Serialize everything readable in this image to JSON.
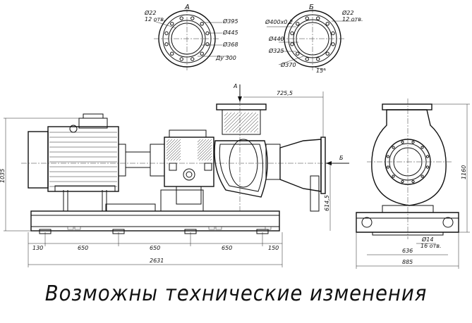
{
  "views": {
    "a": {
      "label": "А",
      "d22": "Ø22",
      "holes": "12 отв.",
      "d395": "Ø395",
      "d445": "Ø445",
      "d368": "Ø368",
      "du": "Ду 300"
    },
    "b": {
      "label": "Б",
      "d400": "Ø400х0,2",
      "d22": "Ø22",
      "holes": "12 отв.",
      "d440": "Ø440",
      "d325": "Ø325",
      "d370": "Ø370",
      "angle": "15°"
    }
  },
  "side": {
    "arrow_a": "А",
    "arrow_b": "Б",
    "dim_725": "725,5",
    "dim_1035": "1035",
    "dim_6145": "614,5",
    "dim_130": "130",
    "dim_650a": "650",
    "dim_650b": "650",
    "dim_650c": "650",
    "dim_150": "150",
    "dim_2631": "2631"
  },
  "end": {
    "dim_1160": "1160",
    "d14": "Ø14",
    "holes16": "16 отв.",
    "dim_636": "636",
    "dim_885": "885"
  },
  "caption": "Возможны технические изменения"
}
